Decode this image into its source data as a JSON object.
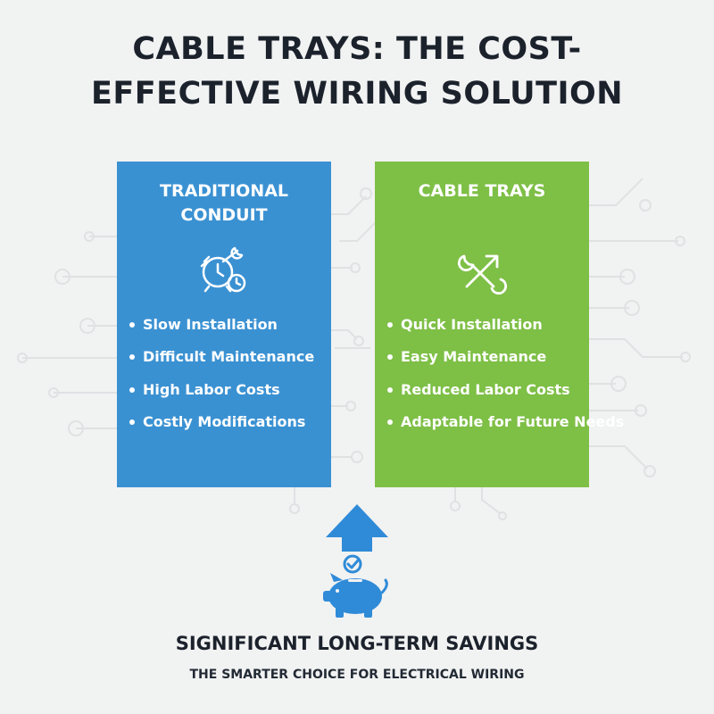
{
  "header": {
    "title": "CABLE TRAYS: THE COST-EFFECTIVE WIRING SOLUTION"
  },
  "colors": {
    "background": "#f1f2f2",
    "conduit_card": "#3a91d2",
    "tray_card": "#7ebf46",
    "accent_icon": "#2f8bd8",
    "circuit_lines": "#dfe1e3"
  },
  "cards": {
    "conduit": {
      "title": "TRADITIONAL CONDUIT",
      "icon": "clock-wrench-icon",
      "items": [
        "Slow Installation",
        "Difficult Maintenance",
        "High Labor Costs",
        "Costly Modifications"
      ]
    },
    "trays": {
      "title": "CABLE TRAYS",
      "icon": "wrench-arrow-icon",
      "items": [
        "Quick Installation",
        "Easy Maintenance",
        "Reduced Labor Costs",
        "Adaptable for Future Needs"
      ]
    }
  },
  "savings": {
    "icons": [
      "up-arrow-icon",
      "check-coin-icon",
      "piggy-bank-icon"
    ],
    "tagline": "SIGNIFICANT LONG-TERM SAVINGS",
    "subtagline": "THE SMARTER CHOICE FOR ELECTRICAL WIRING"
  }
}
